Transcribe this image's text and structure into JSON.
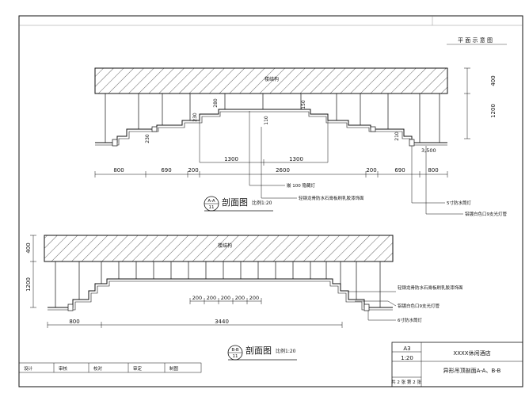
{
  "titles": {
    "plan_key": "平 面 示 意 图",
    "section_a": {
      "label": "剖面图",
      "scale": "比例1:20",
      "marker_top": "A-A",
      "marker_bottom": "11"
    },
    "section_b": {
      "label": "剖面图",
      "scale": "比例1:20",
      "marker_top": "B-B",
      "marker_bottom": "11"
    }
  },
  "section_a": {
    "slab_label": "楼结构",
    "right_dims": [
      "400",
      "1200"
    ],
    "inner_heights": [
      "280",
      "150",
      "230",
      "110",
      "210",
      "230"
    ],
    "small_dim": "3,500",
    "bottom_dims": [
      "800",
      "690",
      "200",
      "2600",
      "200",
      "690",
      "800"
    ],
    "sub_dims": [
      "1300",
      "1300"
    ],
    "leaders": [
      "嵌 100 隐藏灯",
      "轻钢龙骨防水石膏板刷乳胶漆饰面",
      "5寸防水筒灯",
      "铝镀白色口9支光灯管"
    ]
  },
  "section_b": {
    "slab_label": "楼结构",
    "left_dims": [
      "400",
      "1200"
    ],
    "bottom_dims": [
      "800",
      "3440"
    ],
    "sub_dims": [
      "200",
      "200",
      "200",
      "200",
      "200"
    ],
    "leaders": [
      "轻钢龙骨防水石膏板刷乳胶漆饰面",
      "铝镀白色口9支光灯管",
      "6寸防水筒灯"
    ]
  },
  "title_block": {
    "size": "A3",
    "scale": "1:20",
    "project": "XXXX休闲酒店",
    "drawing": "异形吊顶剖面A-A、B-B",
    "sheet": "共 2 张  第 2 张",
    "labels": [
      "设计",
      "审核",
      "校对",
      "审定",
      "制图"
    ]
  },
  "colors": {
    "line": "#111111",
    "paper": "#ffffff"
  }
}
